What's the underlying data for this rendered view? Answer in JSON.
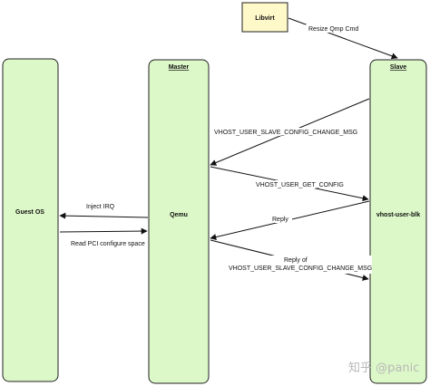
{
  "colors": {
    "participant_fill": "#ddf8c8",
    "participant_stroke": "#222222",
    "libvirt_fill": "#fff8c8",
    "arrow": "#111111",
    "watermark": "#b8b8b8"
  },
  "participants": {
    "guest": {
      "name": "Guest OS"
    },
    "master": {
      "header": "Master",
      "name": "Qemu"
    },
    "slave": {
      "header": "Slave",
      "name": "vhost-user-blk"
    },
    "libvirt": {
      "name": "Libvirt"
    }
  },
  "messages": {
    "resize": "Resize Qmp Cmd",
    "config_change": "VHOST_USER_SLAVE_CONFIG_CHANGE_MSG",
    "get_config": "VHOST_USER_GET_CONFIG",
    "reply": "Reply",
    "inject_irq": "Inject IRQ",
    "read_pci": "Read PCI configure space",
    "reply_of_line1": "Reply of",
    "reply_of_line2": "VHOST_USER_SLAVE_CONFIG_CHANGE_MSG"
  },
  "watermark": "知乎 @panic"
}
